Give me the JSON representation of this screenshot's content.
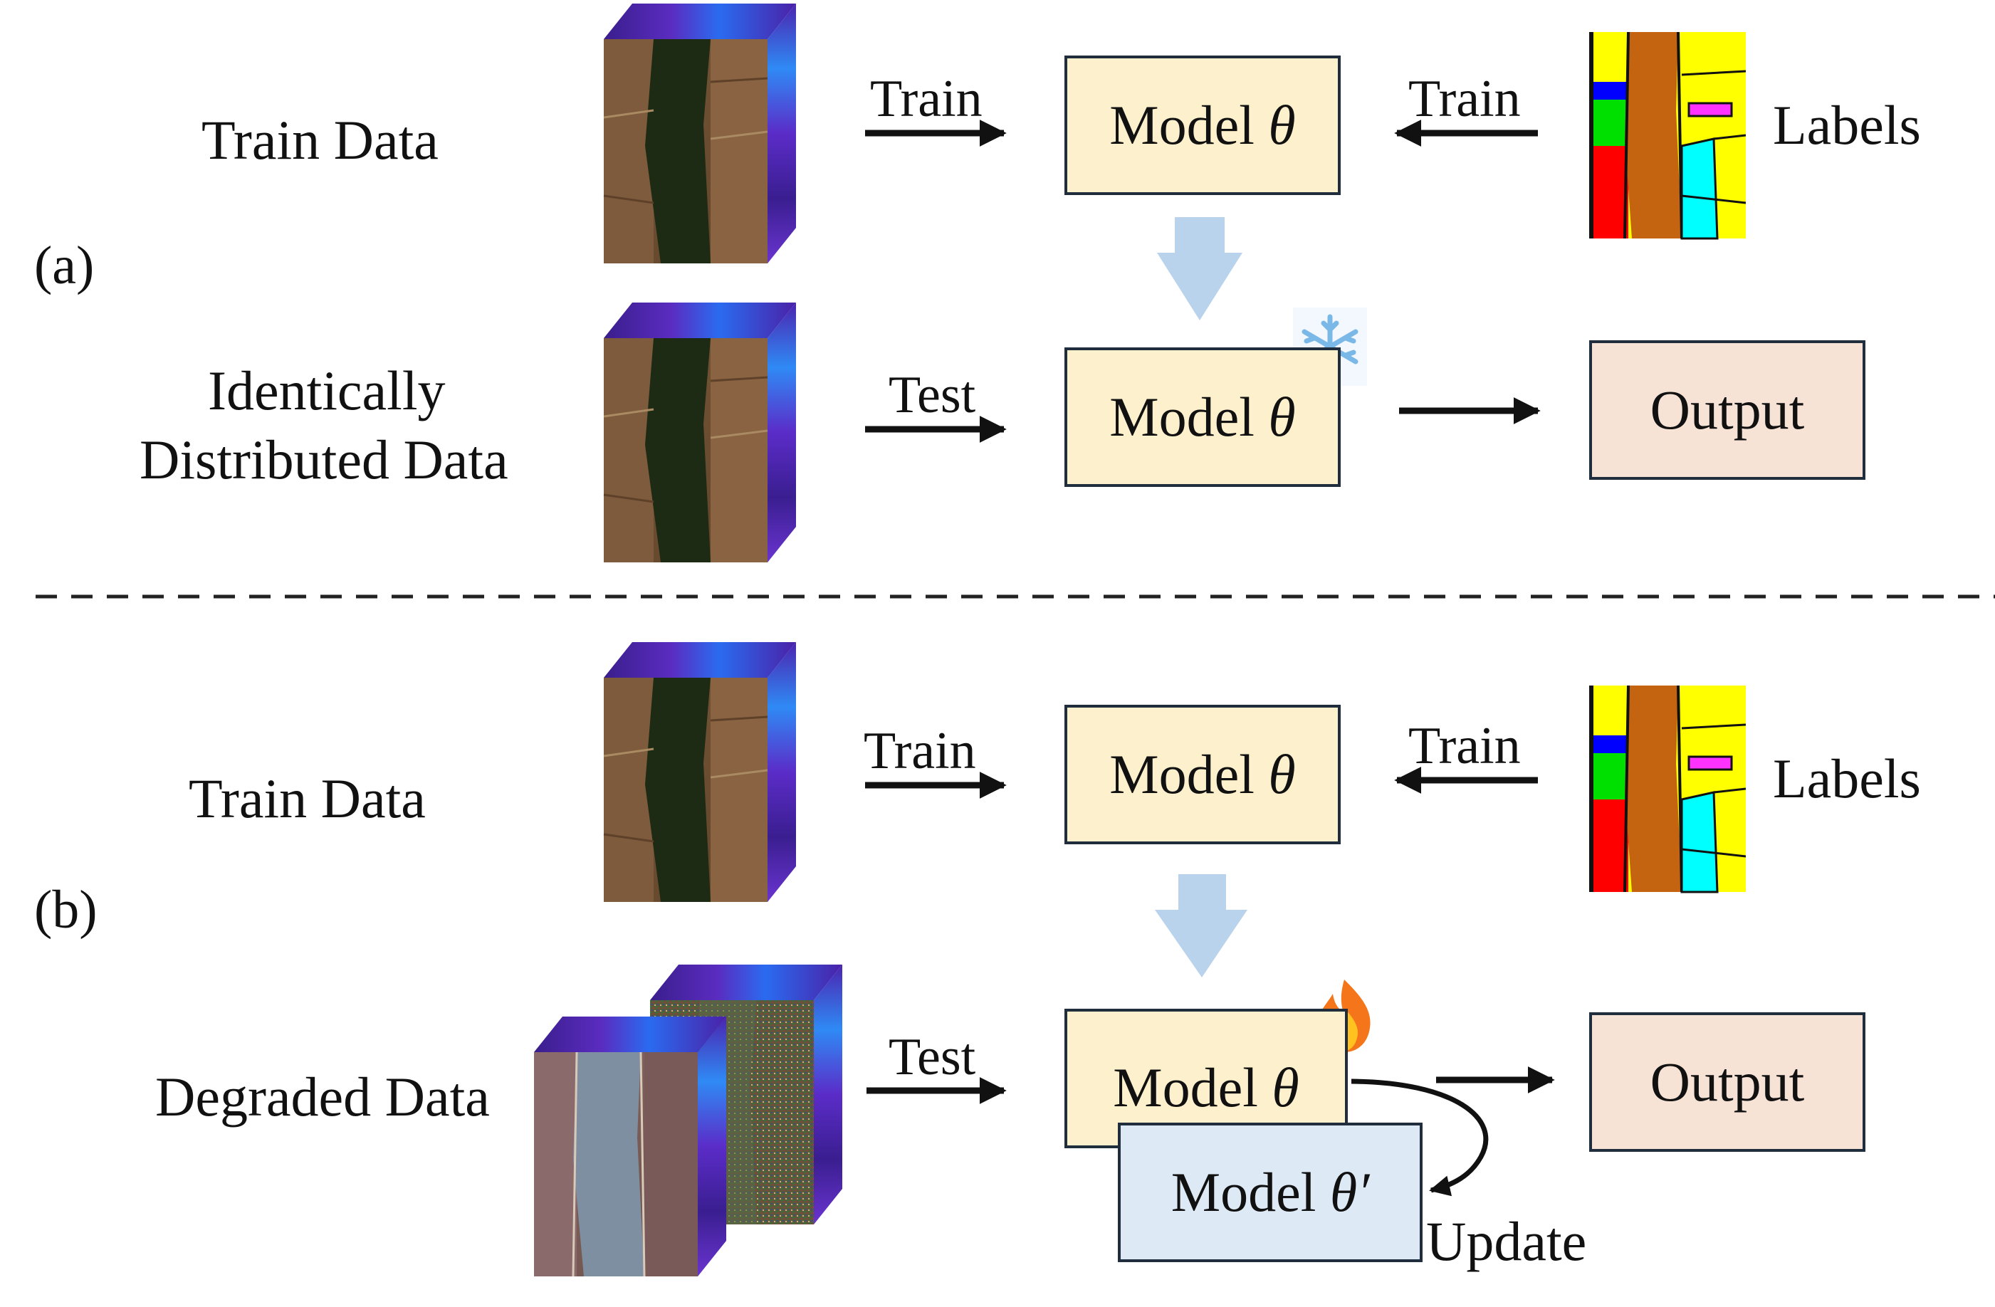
{
  "panel_a": {
    "tag": "(a)",
    "train_data_label": "Train Data",
    "test_data_label_line1": "Identically",
    "test_data_label_line2": "Distributed Data",
    "arrow_train_left": "Train",
    "arrow_train_right": "Train",
    "arrow_test": "Test",
    "model_top_prefix": "Model ",
    "model_top_symbol": "θ",
    "model_bottom_prefix": "Model ",
    "model_bottom_symbol": "θ",
    "labels": "Labels",
    "output": "Output",
    "frozen_icon": "snowflake-icon"
  },
  "panel_b": {
    "tag": "(b)",
    "train_data_label": "Train Data",
    "test_data_label": "Degraded Data",
    "arrow_train_left": "Train",
    "arrow_train_right": "Train",
    "arrow_test": "Test",
    "model_top_prefix": "Model ",
    "model_top_symbol": "θ",
    "model_bottom_prefix": "Model ",
    "model_bottom_symbol": "θ",
    "model_updated_prefix": "Model ",
    "model_updated_symbol": "θ′",
    "labels": "Labels",
    "output": "Output",
    "update": "Update",
    "trainable_icon": "fire-icon"
  },
  "colors": {
    "model_fill": "#fdf0cc",
    "updated_model_fill": "#dde9f5",
    "output_fill": "#f7e3d6",
    "flow_arrow": "#b9d3ec",
    "border": "#1f2d3d"
  }
}
